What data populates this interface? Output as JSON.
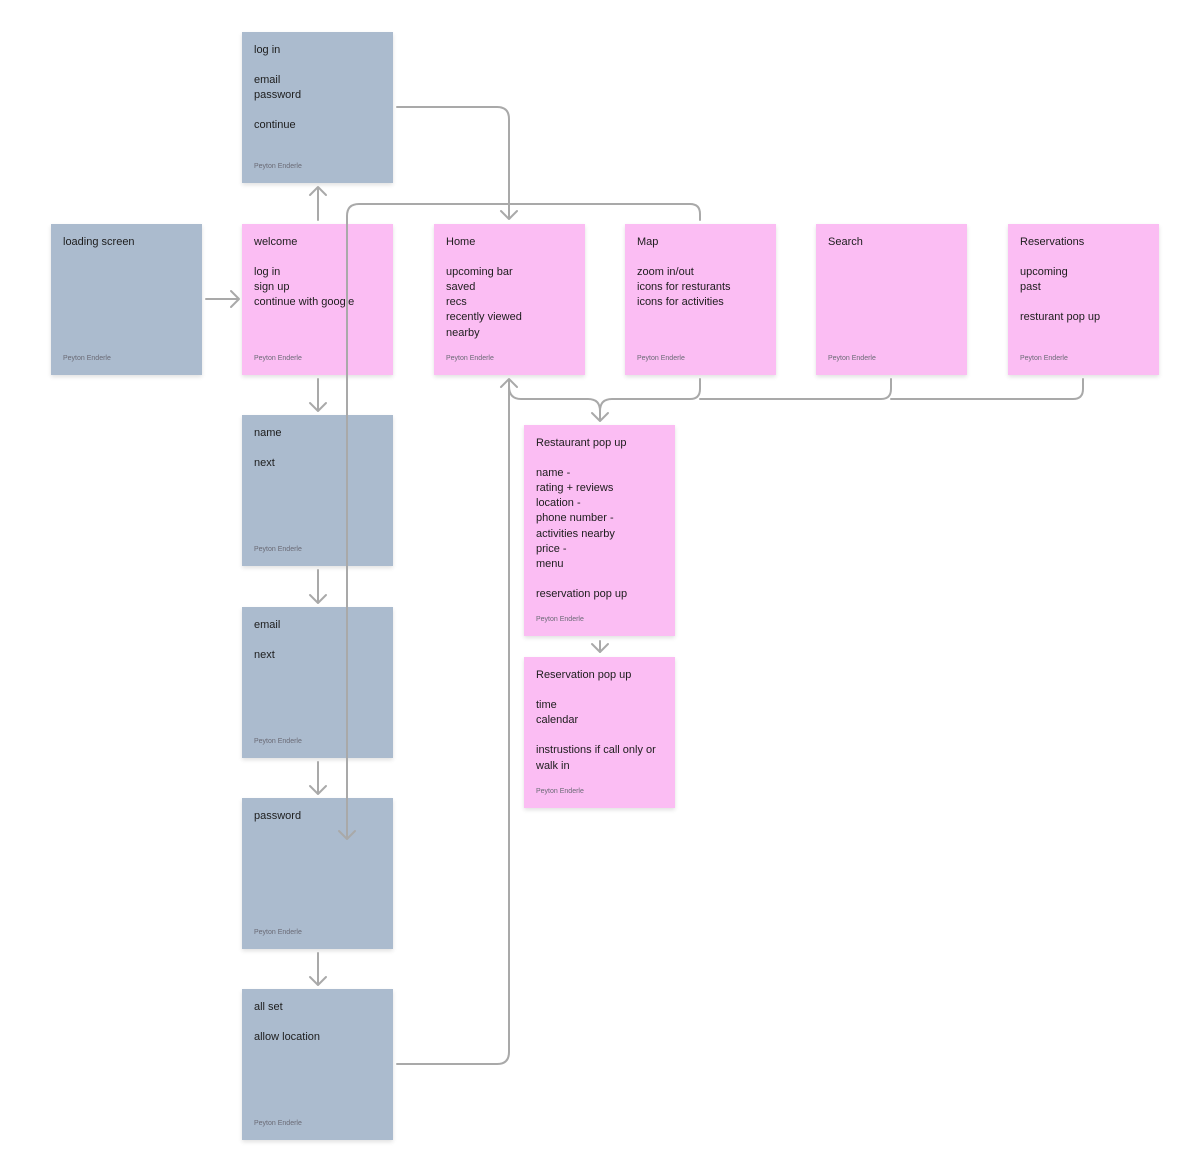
{
  "board": {
    "author": "Peyton Enderle",
    "colors": {
      "gray_note": "#abbbce",
      "pink_note": "#fbbdf3",
      "connector": "#a9a9a9",
      "canvas": "#ffffff"
    }
  },
  "notes": {
    "login": {
      "title": "log in",
      "lines": [
        "",
        "email",
        "password",
        "",
        "continue"
      ]
    },
    "loading": {
      "title": "loading screen",
      "lines": []
    },
    "welcome": {
      "title": "welcome",
      "lines": [
        "",
        "log in",
        "sign up",
        "continue with google"
      ]
    },
    "home": {
      "title": "Home",
      "lines": [
        "",
        "upcoming bar",
        "saved",
        "recs",
        "recently viewed",
        "nearby"
      ]
    },
    "map": {
      "title": "Map",
      "lines": [
        "",
        "zoom in/out",
        "icons for resturants",
        "icons for activities"
      ]
    },
    "search": {
      "title": "Search",
      "lines": []
    },
    "reservations": {
      "title": "Reservations",
      "lines": [
        "",
        "upcoming",
        "past",
        "",
        "resturant pop up"
      ]
    },
    "name": {
      "title": "name",
      "lines": [
        "",
        "next"
      ]
    },
    "email": {
      "title": "email",
      "lines": [
        "",
        "next"
      ]
    },
    "password": {
      "title": "password",
      "lines": []
    },
    "allset": {
      "title": "all set",
      "lines": [
        "",
        "allow location"
      ]
    },
    "restaurant_popup": {
      "title": "Restaurant pop up",
      "lines": [
        "",
        "name -",
        "rating + reviews",
        "location -",
        "phone number -",
        "activities nearby",
        "price -",
        "menu",
        "",
        "reservation pop up"
      ]
    },
    "reservation_popup": {
      "title": "Reservation pop up",
      "lines": [
        "",
        "time",
        "calendar",
        "",
        "instrustions if call only or walk in"
      ]
    }
  }
}
